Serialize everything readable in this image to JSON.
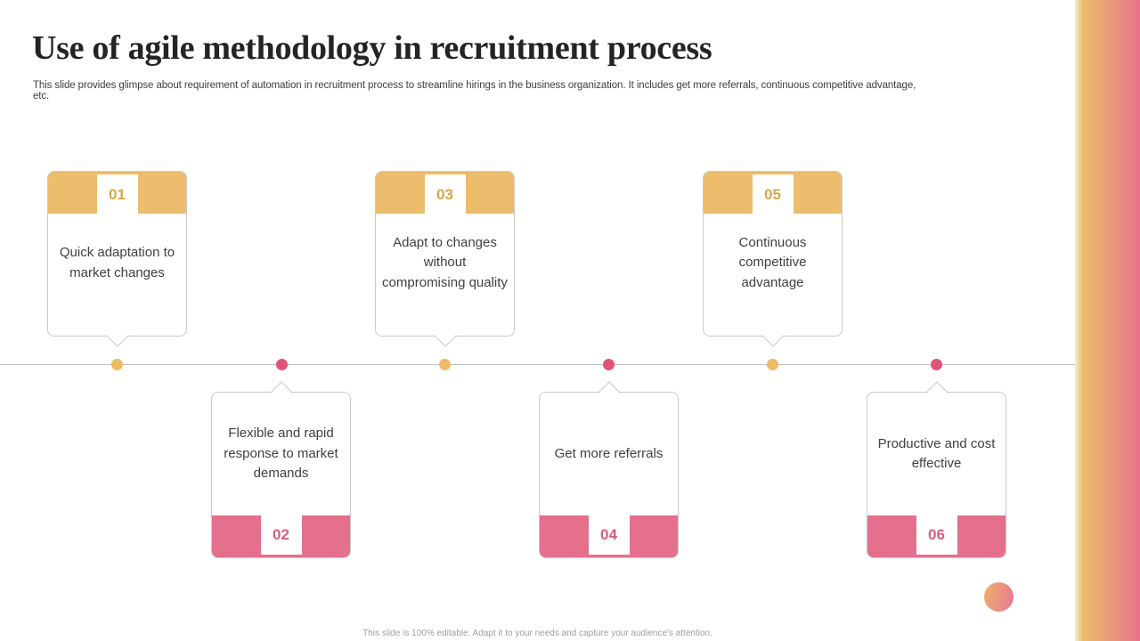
{
  "slide": {
    "title": "Use of agile methodology in recruitment process",
    "subtitle": "This slide provides glimpse about requirement of automation in recruitment process to streamline hirings in the business organization. It includes get more referrals, continuous competitive advantage, etc.",
    "footer_note": "This slide is 100% editable. Adapt it to your needs and capture your audience's attention."
  },
  "colors": {
    "gold": "#ecbd6d",
    "gold_text": "#d8a54c",
    "gold_dot": "#ecbb64",
    "pink": "#e4708d",
    "pink_text": "#d75e80",
    "pink_dot": "#e25477"
  },
  "timeline": {
    "items": [
      {
        "number": "01",
        "label": "Quick adaptation to market changes",
        "accent": "gold",
        "position": "top"
      },
      {
        "number": "02",
        "label": "Flexible and rapid response to market demands",
        "accent": "pink",
        "position": "bottom"
      },
      {
        "number": "03",
        "label": "Adapt to changes without compromising quality",
        "accent": "gold",
        "position": "top"
      },
      {
        "number": "04",
        "label": "Get more referrals",
        "accent": "pink",
        "position": "bottom"
      },
      {
        "number": "05",
        "label": "Continuous competitive advantage",
        "accent": "gold",
        "position": "top"
      },
      {
        "number": "06",
        "label": "Productive and cost effective",
        "accent": "pink",
        "position": "bottom"
      }
    ]
  }
}
